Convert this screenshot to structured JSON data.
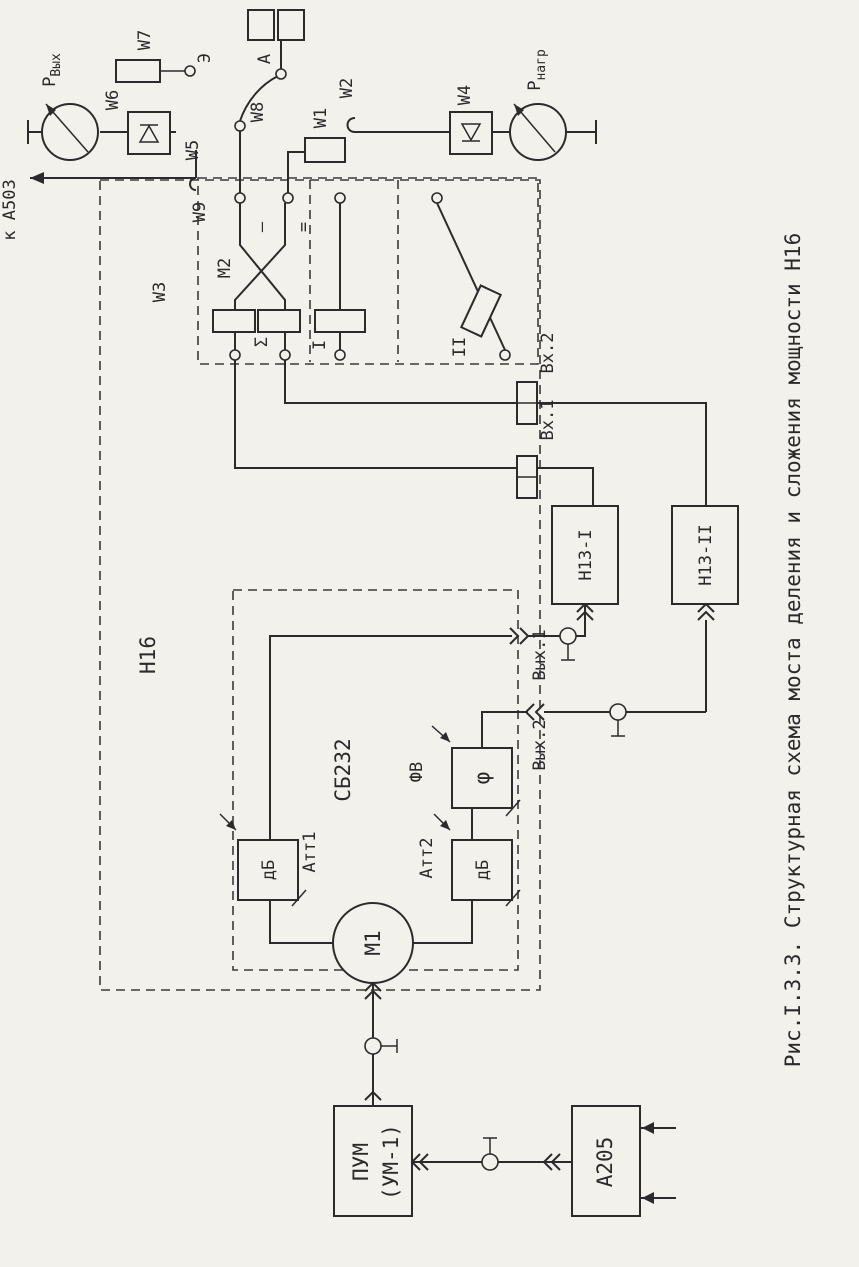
{
  "figure": {
    "caption": "Рис.I.3.3. Структурная схема моста деления и сложения мощности Н16"
  },
  "labels": {
    "rack": "Н16",
    "module_sb": "СБ232",
    "phase_label": "ФВ",
    "att1": "Атт1",
    "att2": "Атт2",
    "db1": "дБ",
    "db2": "дБ",
    "phase_symbol": "φ",
    "m1": "М1",
    "m2": "М2",
    "n13_1": "Н13-I",
    "n13_2": "Н13-II",
    "in1": "Вх.1",
    "in2": "Вх.2",
    "out1": "Вых.1",
    "out2": "Вых.2",
    "pum": "ПУМ",
    "um1": "(УМ-1)",
    "a205": "А205",
    "to_a503": "к А503",
    "p_out": "P",
    "p_out_sub": "Вых",
    "p_load": "P",
    "p_load_sub": "нагр",
    "w1": "W1",
    "w2": "W2",
    "w3": "W3",
    "w4": "W4",
    "w5": "W5",
    "w6": "W6",
    "w7": "W7",
    "w8": "W8",
    "w9": "W9",
    "e": "Э",
    "a": "A",
    "sigma": "Σ",
    "pos_1": "I",
    "pos_2": "II",
    "dash_1": "—",
    "dash_2": "="
  }
}
